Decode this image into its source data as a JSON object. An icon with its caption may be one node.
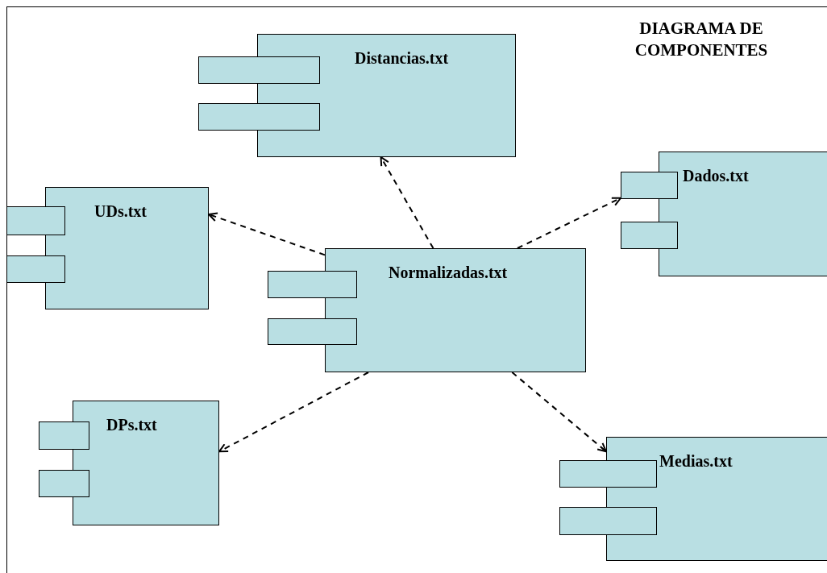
{
  "diagram": {
    "title": "DIAGRAMA DE COMPONENTES",
    "nodes": [
      {
        "text": [
          "Distancias.txt"
        ]
      },
      {
        "text": [
          "Dados.txt"
        ]
      },
      {
        "text": [
          "UDs.txt"
        ]
      },
      {
        "text": [
          "Normalizadas.txt"
        ]
      },
      {
        "text": [
          "DPs.txt"
        ]
      },
      {
        "text": [
          "Medias.txt"
        ]
      }
    ],
    "edges": [
      {
        "from": 3,
        "to": 0,
        "arrow": "to",
        "style": "dashed"
      },
      {
        "from": 3,
        "to": 1,
        "arrow": "to",
        "style": "dashed"
      },
      {
        "from": 3,
        "to": 2,
        "arrow": "to",
        "style": "dashed"
      },
      {
        "from": 3,
        "to": 4,
        "arrow": "to",
        "style": "dashed"
      },
      {
        "from": 3,
        "to": 5,
        "arrow": "to",
        "style": "dashed"
      }
    ]
  }
}
